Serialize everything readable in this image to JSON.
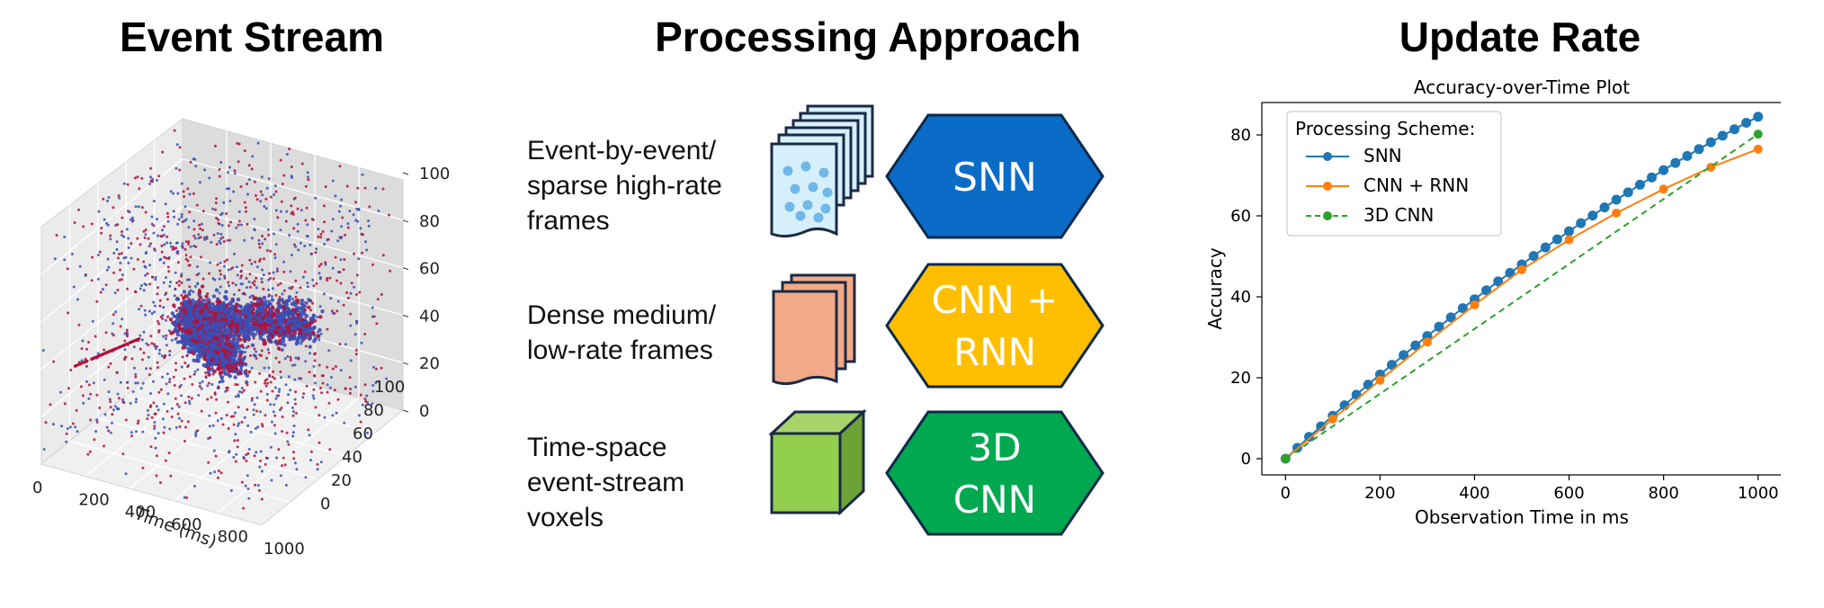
{
  "titles": {
    "event_stream": "Event Stream",
    "processing_approach": "Processing Approach",
    "update_rate": "Update Rate"
  },
  "event_plot": {
    "z_ticks": [
      "0",
      "20",
      "40",
      "60",
      "80",
      "100"
    ],
    "y_ticks": [
      "0",
      "20",
      "40",
      "60",
      "80",
      "100"
    ],
    "x_ticks": [
      "0",
      "200",
      "400",
      "600",
      "800",
      "1000"
    ],
    "x_label": "Time (ms)",
    "colors": {
      "polarity_a": "#b0123a",
      "polarity_b": "#3a4fb5"
    }
  },
  "approaches": [
    {
      "description": "Event-by-event/\nsparse high-rate\nframes",
      "model": "SNN",
      "color": "#0a6cc6",
      "icon": "stacked-sparse-frames-icon"
    },
    {
      "description": "Dense medium/\nlow-rate frames",
      "model_line1": "CNN +",
      "model_line2": "RNN",
      "color": "#ffbf00",
      "icon": "dense-frames-icon"
    },
    {
      "description": "Time-space\nevent-stream\nvoxels",
      "model_line1": "3D",
      "model_line2": "CNN",
      "color": "#00a84f",
      "icon": "voxel-cube-icon"
    }
  ],
  "chart_data": {
    "type": "line",
    "title": "Accuracy-over-Time Plot",
    "xlabel": "Observation Time in ms",
    "ylabel": "Accuracy",
    "xlim": [
      -50,
      1050
    ],
    "ylim": [
      -4,
      88
    ],
    "x_ticks": [
      0,
      200,
      400,
      600,
      800,
      1000
    ],
    "y_ticks": [
      0,
      20,
      40,
      60,
      80
    ],
    "legend_title": "Processing Scheme:",
    "legend_position": "top-left",
    "grid": false,
    "series": [
      {
        "name": "SNN",
        "color": "#1f77b4",
        "style": "solid",
        "x": [
          0,
          25,
          50,
          75,
          100,
          125,
          150,
          175,
          200,
          225,
          250,
          275,
          300,
          325,
          350,
          375,
          400,
          425,
          450,
          475,
          500,
          525,
          550,
          575,
          600,
          625,
          650,
          675,
          700,
          725,
          750,
          775,
          800,
          825,
          850,
          875,
          900,
          925,
          950,
          975,
          1000
        ],
        "y": [
          0,
          2.7,
          5.4,
          8.0,
          10.6,
          13.2,
          15.8,
          18.3,
          20.8,
          23.2,
          25.6,
          28.0,
          30.3,
          32.6,
          34.9,
          37.2,
          39.4,
          41.6,
          43.8,
          45.9,
          48.0,
          50.1,
          52.2,
          54.2,
          56.2,
          58.2,
          60.1,
          62.1,
          64.0,
          65.8,
          67.7,
          69.5,
          71.3,
          73.1,
          74.8,
          76.5,
          78.2,
          79.8,
          81.4,
          83.0,
          84.5
        ]
      },
      {
        "name": "CNN + RNN",
        "color": "#ff7f0e",
        "style": "solid",
        "x": [
          0,
          100,
          200,
          300,
          400,
          500,
          600,
          700,
          800,
          900,
          1000
        ],
        "y": [
          0,
          9.8,
          19.4,
          28.8,
          38.0,
          46.7,
          54.1,
          60.7,
          66.6,
          72.0,
          76.5
        ]
      },
      {
        "name": "3D CNN",
        "color": "#2ca02c",
        "style": "dashed",
        "x": [
          0,
          1000
        ],
        "y": [
          0,
          80.2
        ]
      }
    ]
  }
}
